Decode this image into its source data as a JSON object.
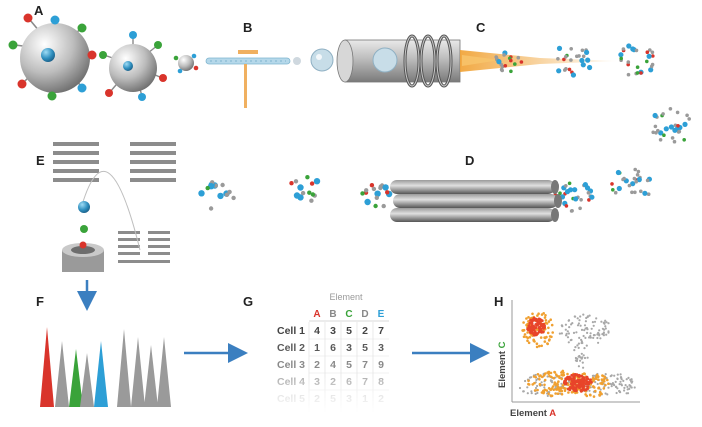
{
  "panel_labels": {
    "a": "A",
    "b": "B",
    "c": "C",
    "d": "D",
    "e": "E",
    "f": "F",
    "g": "G",
    "h": "H"
  },
  "table": {
    "title": "Element",
    "columns": [
      "A",
      "B",
      "C",
      "D",
      "E"
    ],
    "rows": [
      {
        "label": "Cell 1",
        "values": [
          "4",
          "3",
          "5",
          "2",
          "7"
        ]
      },
      {
        "label": "Cell 2",
        "values": [
          "1",
          "6",
          "3",
          "5",
          "3"
        ]
      },
      {
        "label": "Cell 3",
        "values": [
          "2",
          "4",
          "5",
          "7",
          "9"
        ]
      },
      {
        "label": "Cell 4",
        "values": [
          "3",
          "2",
          "6",
          "7",
          "8"
        ]
      },
      {
        "label": "Cell 5",
        "values": [
          "2",
          "5",
          "3",
          "1",
          "2"
        ]
      }
    ]
  },
  "scatter": {
    "x_label_prefix": "Element ",
    "x_label_letter": "A",
    "y_label_prefix": "Element ",
    "y_label_letter": "C"
  },
  "colors": {
    "element_a": "#d9342b",
    "element_c": "#3aa33a",
    "element_e": "#2d9fd6",
    "arrow_blue": "#3b7fc0",
    "ion_beam_orange": "#f0a030",
    "metal_gray": "#9a9a9a"
  }
}
